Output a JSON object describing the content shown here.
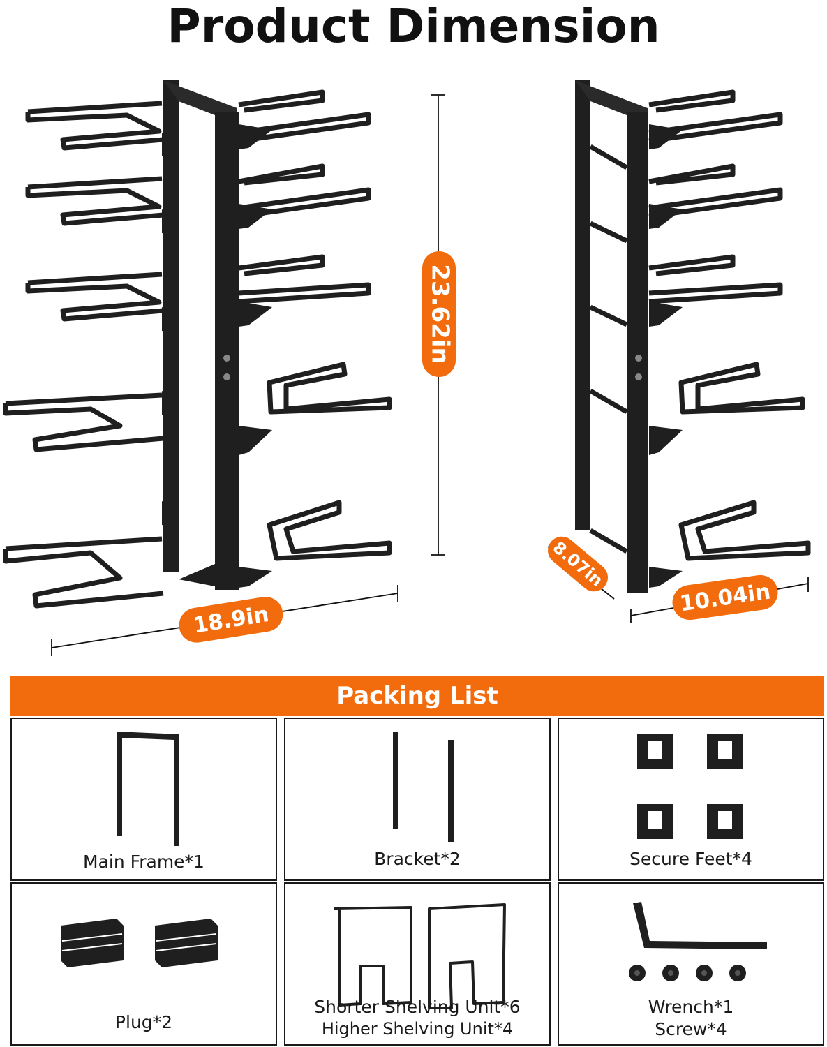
{
  "title": "Product Dimension",
  "dimensions": {
    "height": "23.62in",
    "width": "18.9in",
    "depth": "8.07in",
    "side_width": "10.04in"
  },
  "packing_list": {
    "header": "Packing List",
    "items": [
      {
        "label": "Main Frame*1",
        "icon": "main-frame"
      },
      {
        "label": "Bracket*2",
        "icon": "bracket"
      },
      {
        "label": "Secure Feet*4",
        "icon": "secure-feet"
      },
      {
        "label": "Plug*2",
        "icon": "plug"
      },
      {
        "label": "Shorter Shelving Unit*6",
        "label2": "Higher Shelving Unit*4",
        "icon": "shelving-unit"
      },
      {
        "label": "Wrench*1",
        "label2": "Screw*4",
        "icon": "wrench-screw"
      }
    ]
  },
  "colors": {
    "accent": "#f26c0d",
    "metal": "#1f1f1f"
  }
}
